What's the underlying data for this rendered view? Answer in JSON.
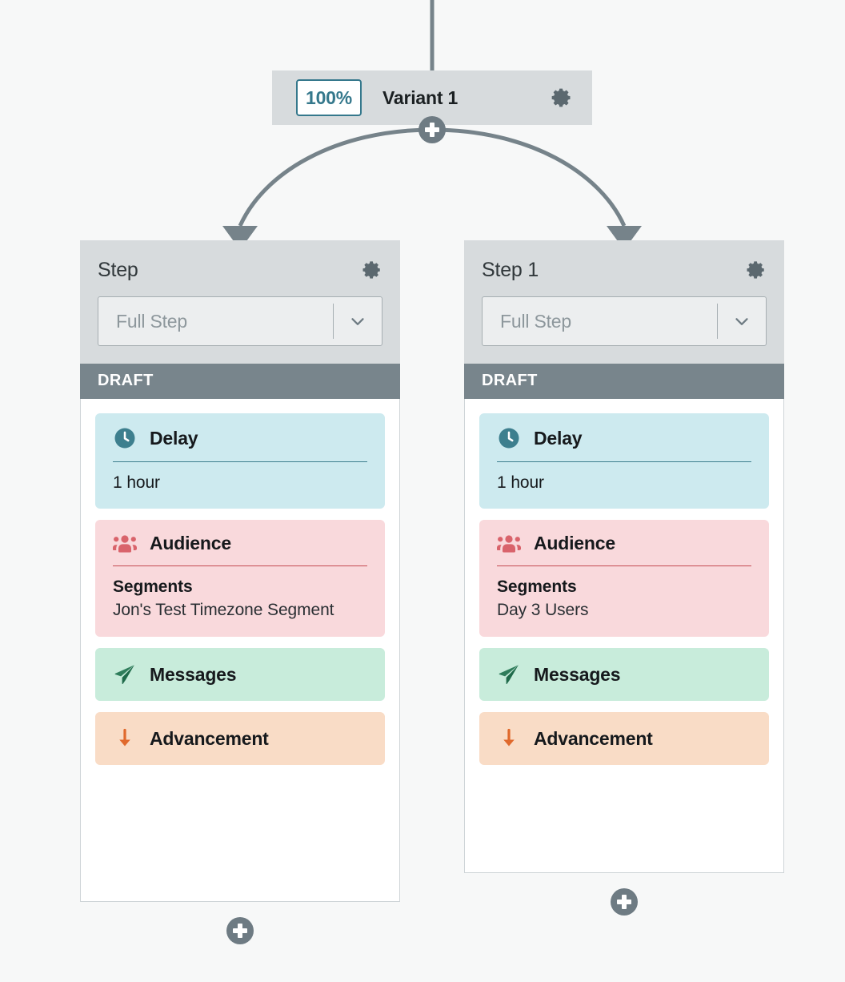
{
  "canvas": {
    "background": "#f7f8f8",
    "connector_color": "#6e7b83"
  },
  "variant": {
    "percent_label": "100%",
    "name": "Variant 1",
    "gear_icon": "gear-icon",
    "add_icon": "plus-icon",
    "accent_color": "#35788c",
    "bar_color": "#d7dbdd"
  },
  "steps": [
    {
      "title": "Step",
      "gear_icon": "gear-icon",
      "type_select": {
        "value": "Full Step",
        "caret_icon": "chevron-down-icon"
      },
      "status": "DRAFT",
      "status_color": "#78858c",
      "add_icon": "plus-icon",
      "cards": [
        {
          "kind": "delay",
          "icon": "clock-icon",
          "title": "Delay",
          "accent": "#3d7f8e",
          "background": "#cdeaef",
          "value": "1 hour"
        },
        {
          "kind": "audience",
          "icon": "people-group-icon",
          "title": "Audience",
          "accent": "#c44a52",
          "background": "#f9d9dc",
          "field_label": "Segments",
          "field_value": "Jon's Test Timezone Segment"
        },
        {
          "kind": "messages",
          "icon": "paper-plane-icon",
          "title": "Messages",
          "accent": "#2f7d5b",
          "background": "#c8ecdb"
        },
        {
          "kind": "advancement",
          "icon": "arrow-down-icon",
          "title": "Advancement",
          "accent": "#e0692c",
          "background": "#f9dcc6"
        }
      ]
    },
    {
      "title": "Step 1",
      "gear_icon": "gear-icon",
      "type_select": {
        "value": "Full Step",
        "caret_icon": "chevron-down-icon"
      },
      "status": "DRAFT",
      "status_color": "#78858c",
      "add_icon": "plus-icon",
      "cards": [
        {
          "kind": "delay",
          "icon": "clock-icon",
          "title": "Delay",
          "accent": "#3d7f8e",
          "background": "#cdeaef",
          "value": "1 hour"
        },
        {
          "kind": "audience",
          "icon": "people-group-icon",
          "title": "Audience",
          "accent": "#c44a52",
          "background": "#f9d9dc",
          "field_label": "Segments",
          "field_value": "Day 3 Users"
        },
        {
          "kind": "messages",
          "icon": "paper-plane-icon",
          "title": "Messages",
          "accent": "#2f7d5b",
          "background": "#c8ecdb"
        },
        {
          "kind": "advancement",
          "icon": "arrow-down-icon",
          "title": "Advancement",
          "accent": "#e0692c",
          "background": "#f9dcc6"
        }
      ]
    }
  ]
}
